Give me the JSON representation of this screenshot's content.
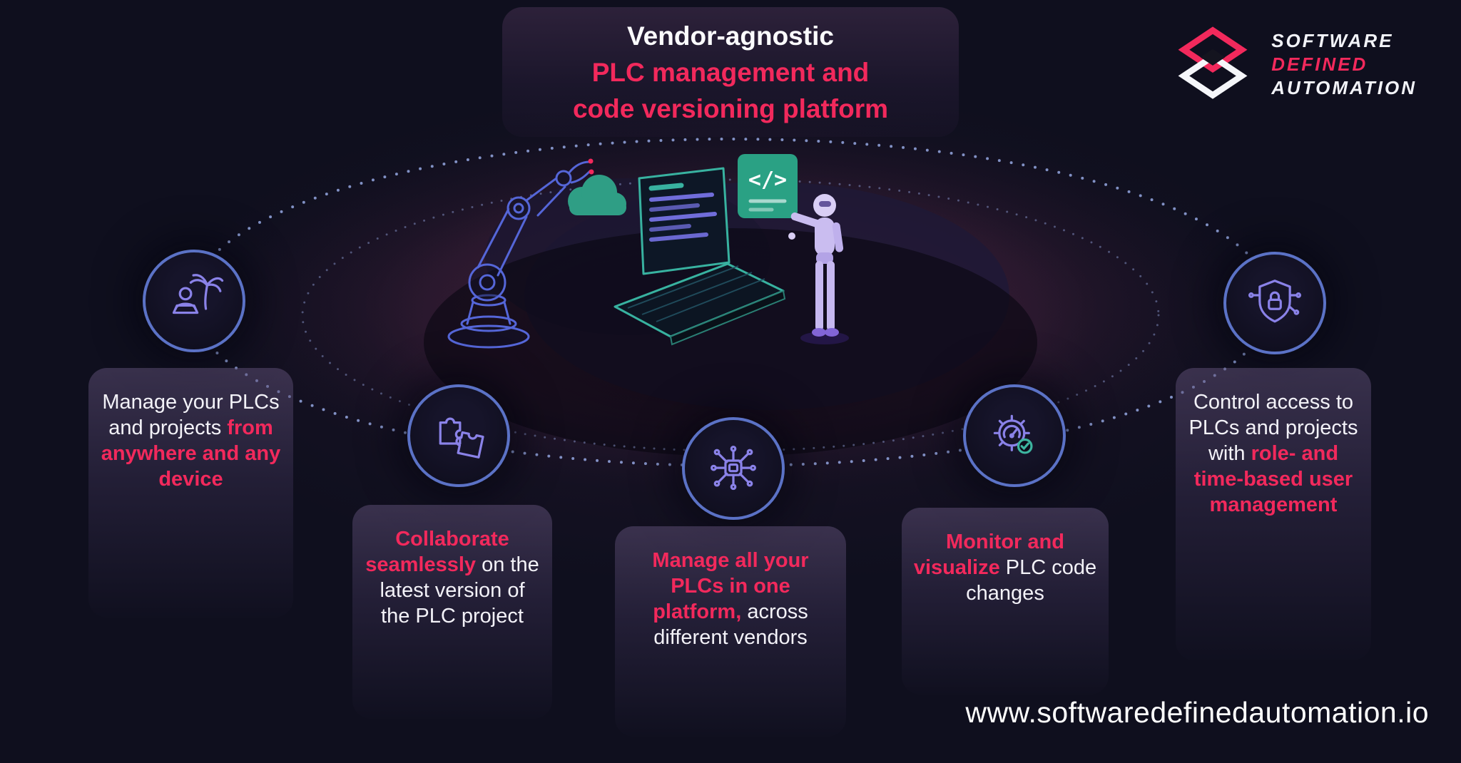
{
  "colors": {
    "background": "#0f0f1e",
    "accent_pink": "#f2295c",
    "ring_blue": "#9db1ef",
    "icon_border_blue": "#5b72c6",
    "icon_art_purple": "#8a82e8",
    "teal_green": "#2aa184",
    "card_text_white": "#f3f2f8"
  },
  "header": {
    "line1": "Vendor-agnostic",
    "line2": "PLC management and",
    "line3": "code versioning platform"
  },
  "logo": {
    "word1": "SOFTWARE",
    "word2": "DEFINED",
    "word3": "AUTOMATION"
  },
  "features": [
    {
      "icon": "remote-work-icon",
      "pre": "Manage your PLCs and projects ",
      "highlight": "from anywhere and any device",
      "post": ""
    },
    {
      "icon": "collaboration-puzzle-icon",
      "pre": "",
      "highlight": "Collaborate seamlessly",
      "post": " on the latest version of the PLC project"
    },
    {
      "icon": "plc-network-icon",
      "pre": "",
      "highlight": "Manage all your PLCs in one platform,",
      "post": " across different vendors"
    },
    {
      "icon": "monitoring-gear-icon",
      "pre": "",
      "highlight": "Monitor and visualize",
      "post": " PLC code changes"
    },
    {
      "icon": "security-shield-icon",
      "pre": "Control access to PLCs and projects with ",
      "highlight": "role- and time-based user management",
      "post": ""
    }
  ],
  "illustration": {
    "code_symbol": "</>"
  },
  "footer": {
    "url": "www.softwaredefinedautomation.io"
  }
}
